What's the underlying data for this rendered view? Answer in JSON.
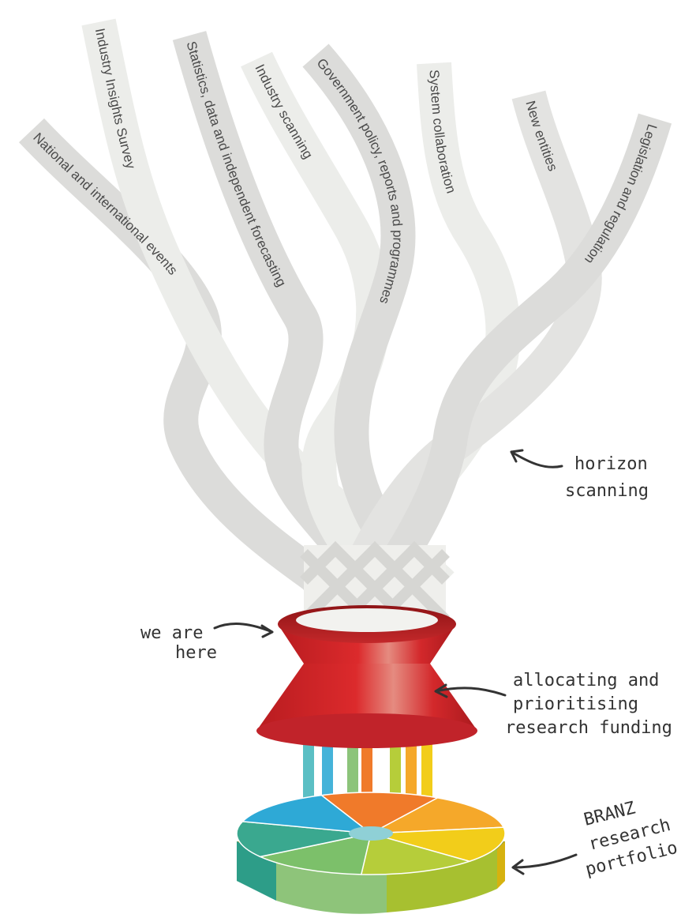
{
  "ribbons": [
    {
      "label": "National and international events"
    },
    {
      "label": "Industry Insights Survey"
    },
    {
      "label": "Statistics, data and independent forecasting"
    },
    {
      "label": "Industry scanning"
    },
    {
      "label": "Government policy, reports and programmes"
    },
    {
      "label": "System collaboration"
    },
    {
      "label": "New entities"
    },
    {
      "label": "Legislation and regulation"
    }
  ],
  "annotations": {
    "horizon": [
      "horizon",
      "scanning"
    ],
    "here": [
      "we are",
      "here"
    ],
    "funding": [
      "allocating and",
      "prioritising",
      "research funding"
    ],
    "portfolio": [
      "BRANZ",
      "research",
      "portfolio"
    ]
  },
  "colors": {
    "ribbon_dark": "#dcdcda",
    "ribbon_light": "#ecedea",
    "funnel_red": "#d8282a",
    "funnel_highlight": "#e2857a",
    "annotation_ink": "#333333"
  },
  "portfolio_segments": [
    {
      "color": "#f07a2a"
    },
    {
      "color": "#f5a82a"
    },
    {
      "color": "#f2cd1a"
    },
    {
      "color": "#b6cd3a"
    },
    {
      "color": "#7cc06a"
    },
    {
      "color": "#3aa88f"
    },
    {
      "color": "#2ea9d6"
    }
  ]
}
